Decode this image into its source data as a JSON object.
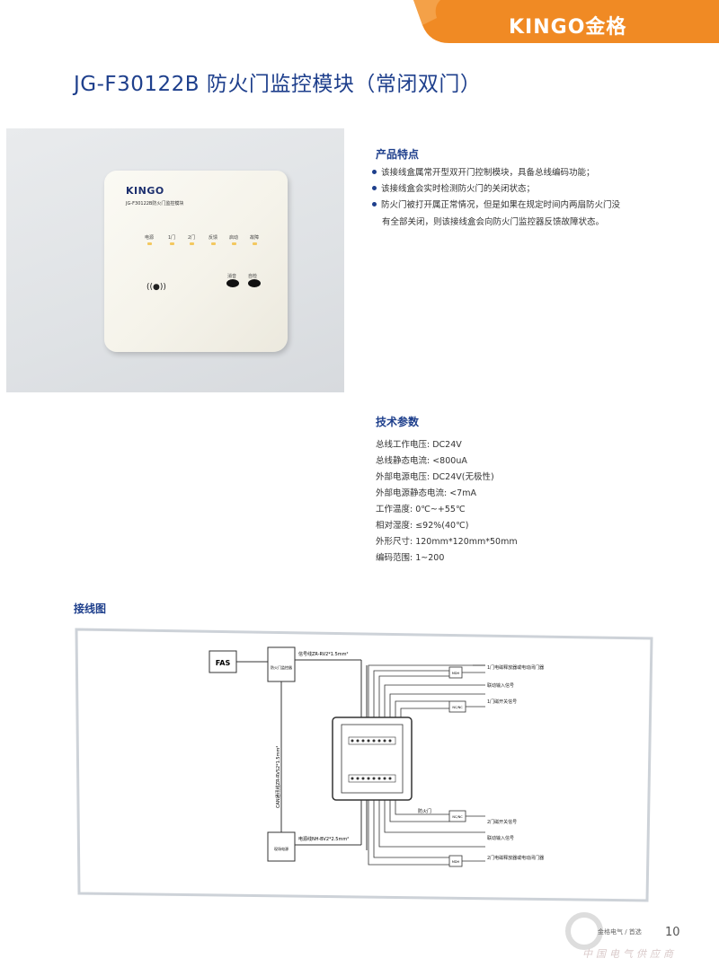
{
  "header": {
    "brand": "KINGO金格",
    "colors": {
      "banner": "#f08a24",
      "banner_light": "#f7b060",
      "title": "#1e3f8c"
    }
  },
  "title": "JG-F30122B 防火门监控模块（常闭双门）",
  "device": {
    "logo": "KINGO",
    "model": "JG-F30122B防火门监控模块",
    "indicators": [
      "电源",
      "1门",
      "2门",
      "反馈",
      "启动",
      "故障"
    ],
    "buttons": [
      "消音",
      "自检"
    ],
    "sensor_icon": "wireless-sensor-icon"
  },
  "features": {
    "heading": "产品特点",
    "items": [
      "该接线盒属常开型双开门控制模块，具备总线编码功能；",
      "该接线盒会实时检测防火门的关闭状态；",
      "防火门被打开属正常情况，但是如果在规定时间内两扇防火门没"
    ],
    "continuation": "有全部关闭，则该接线盒会向防火门监控器反馈故障状态。"
  },
  "params": {
    "heading": "技术参数",
    "items": [
      "总线工作电压:  DC24V",
      "总线静态电流:  <800uA",
      "外部电源电压:  DC24V(无极性)",
      "外部电源静态电流:  <7mA",
      "工作温度:  0℃~+55℃",
      "相对湿度:  ≤92%(40℃)",
      "外形尺寸:  120mm*120mm*50mm",
      "编码范围:  1~200"
    ]
  },
  "wiring": {
    "heading": "接线图",
    "fas": "FAS",
    "controller": "防火门监控器",
    "power": "现场电源",
    "signal_bus": "信号线ZR-RV2*1.5mm²",
    "can_bus": "CAN通讯线ZR-RVS2*1.5mm²",
    "power_line": "电源线NH-BV2*2.5mm²",
    "module_label": "防火门",
    "components": [
      "MDH",
      "NC/NC",
      "NC/NC",
      "MDH"
    ],
    "right_labels": [
      "1门电磁释放器或电动闭门器",
      "联动输入信号",
      "1门磁开关信号",
      "2门磁开关信号",
      "联动输入信号",
      "2门电磁释放器或电动闭门器"
    ]
  },
  "footer": {
    "page": "10",
    "left_text": "金格电气 / 首选",
    "ghost": "中国电气供应商"
  }
}
